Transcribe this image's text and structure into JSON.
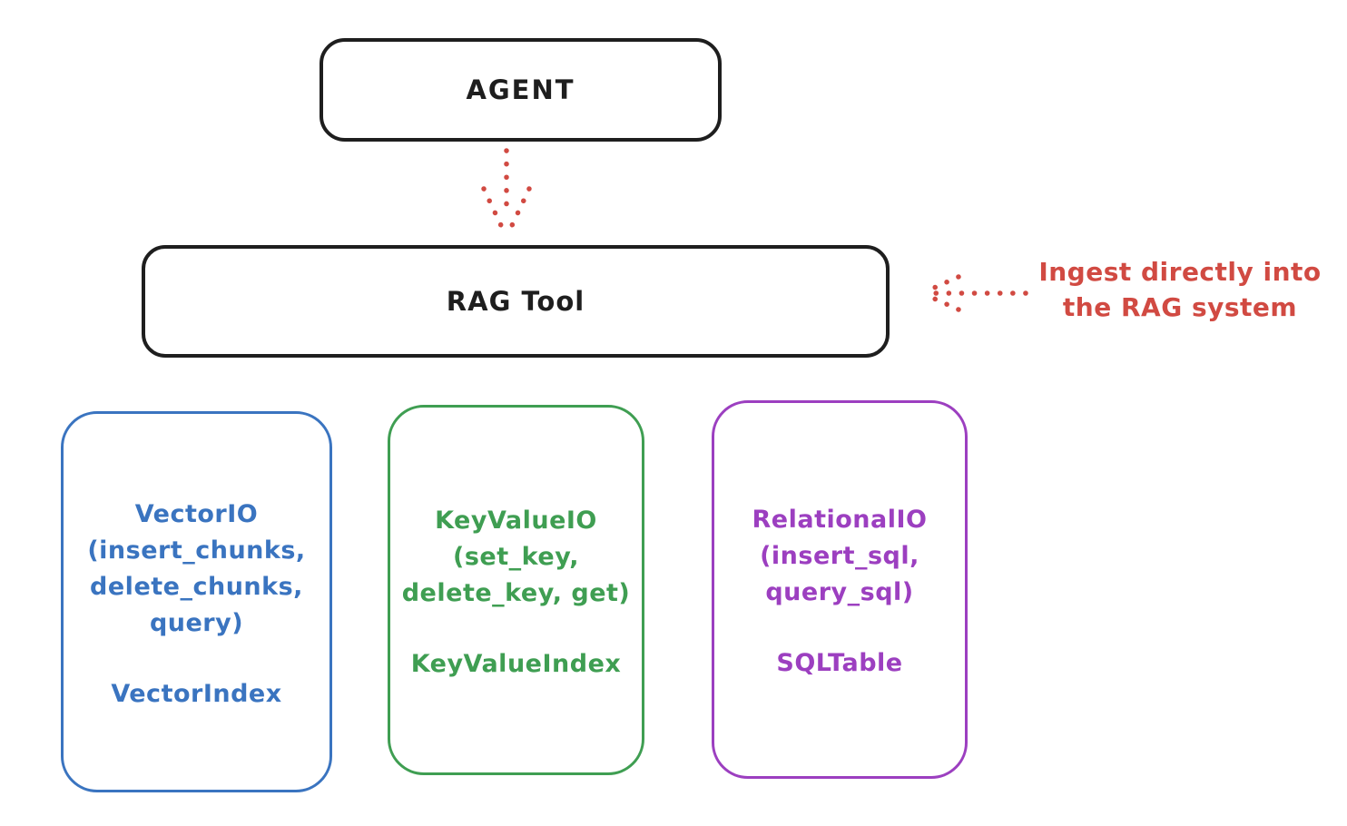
{
  "diagram": {
    "agent": {
      "label": "AGENT"
    },
    "rag_tool": {
      "label": "RAG Tool"
    },
    "annotation": {
      "line1": "Ingest directly into",
      "line2": "the RAG system",
      "color": "#d14a42"
    },
    "arrows": [
      {
        "name": "agent-to-rag-dotted-down-arrow",
        "style": "dotted",
        "color": "#d14a42"
      },
      {
        "name": "ingest-dotted-left-arrow",
        "style": "dotted",
        "color": "#d14a42"
      }
    ],
    "backends": [
      {
        "name": "vector-io",
        "color": "#3a74c0",
        "title_lines": [
          "VectorIO",
          "(insert_chunks,",
          "delete_chunks,",
          "query)"
        ],
        "index": "VectorIndex"
      },
      {
        "name": "keyvalue-io",
        "color": "#3f9e52",
        "title_lines": [
          "KeyValueIO",
          "(set_key,",
          "delete_key, get)"
        ],
        "index": "KeyValueIndex"
      },
      {
        "name": "relational-io",
        "color": "#9c3fc0",
        "title_lines": [
          "RelationalIO",
          "(insert_sql,",
          "query_sql)"
        ],
        "index": "SQLTable"
      }
    ]
  }
}
